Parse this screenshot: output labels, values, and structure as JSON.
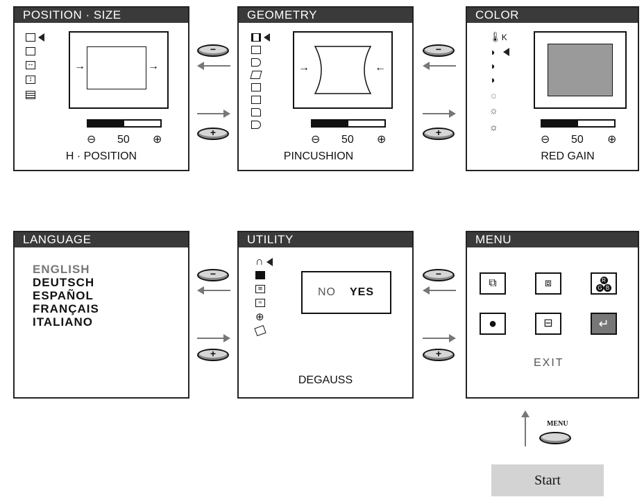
{
  "panels": {
    "position_size": {
      "title": "POSITION · SIZE",
      "value": "50",
      "caption": "H · POSITION",
      "level_fraction": 0.5,
      "minus_symbol": "⊖",
      "plus_symbol": "⊕"
    },
    "geometry": {
      "title": "GEOMETRY",
      "value": "50",
      "caption": "PINCUSHION",
      "level_fraction": 0.5,
      "minus_symbol": "⊖",
      "plus_symbol": "⊕"
    },
    "color": {
      "title": "COLOR",
      "value": "50",
      "caption": "RED GAIN",
      "level_fraction": 0.5,
      "temp_icon_label": "K",
      "minus_symbol": "⊖",
      "plus_symbol": "⊕",
      "swatch_color": "#9a9a9a"
    },
    "language": {
      "title": "LANGUAGE",
      "items": [
        "ENGLISH",
        "DEUTSCH",
        "ESPAÑOL",
        "FRANÇAIS",
        "ITALIANO"
      ],
      "selected_index": 0,
      "selected_color": "#777777"
    },
    "utility": {
      "title": "UTILITY",
      "no_label": "NO",
      "yes_label": "YES",
      "caption": "DEGAUSS"
    },
    "menu": {
      "title": "MENU",
      "exit_label": "EXIT",
      "rgb_letters": [
        "R",
        "G",
        "B"
      ]
    }
  },
  "buttons": {
    "minus_label": "−",
    "plus_label": "+",
    "menu_button_label": "MENU",
    "start_label": "Start"
  },
  "colors": {
    "title_bar": "#3a3a3a",
    "arrow": "#777777",
    "start_bg": "#d3d3d3"
  }
}
